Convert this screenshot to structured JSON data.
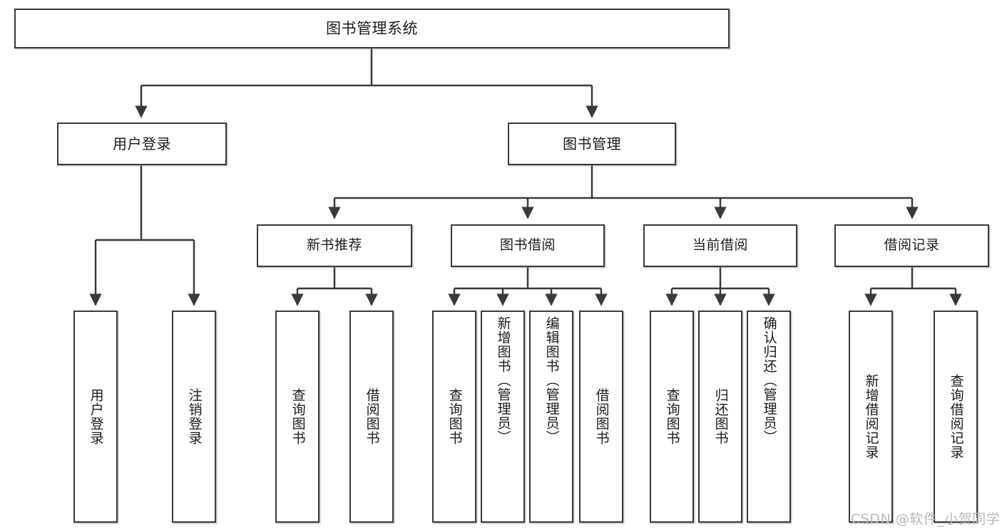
{
  "diagram": {
    "title_node": {
      "label": "图书管理系统"
    },
    "level1": [
      {
        "key": "user_login",
        "label": "用户登录"
      },
      {
        "key": "book_manage",
        "label": "图书管理"
      }
    ],
    "level2": [
      {
        "key": "new_book_rec",
        "label": "新书推荐"
      },
      {
        "key": "book_borrow",
        "label": "图书借阅"
      },
      {
        "key": "current_borrow",
        "label": "当前借阅"
      },
      {
        "key": "borrow_record",
        "label": "借阅记录"
      }
    ],
    "leaves": [
      {
        "key": "leaf-user-login",
        "label": "用户登录",
        "align": "centered"
      },
      {
        "key": "leaf-logout-login",
        "label": "注销登录",
        "align": "centered"
      },
      {
        "key": "leaf-query-book-1",
        "label": "查询图书",
        "align": "centered"
      },
      {
        "key": "leaf-borrow-book-1",
        "label": "借阅图书",
        "align": "centered"
      },
      {
        "key": "leaf-query-book-2",
        "label": "查询图书",
        "align": "centered"
      },
      {
        "key": "leaf-add-book-admin",
        "label": "新增图书（管理员）",
        "align": "top"
      },
      {
        "key": "leaf-edit-book-admin",
        "label": "编辑图书（管理员）",
        "align": "top"
      },
      {
        "key": "leaf-borrow-book-2",
        "label": "借阅图书",
        "align": "centered"
      },
      {
        "key": "leaf-query-book-3",
        "label": "查询图书",
        "align": "centered"
      },
      {
        "key": "leaf-return-book",
        "label": "归还图书",
        "align": "centered"
      },
      {
        "key": "leaf-confirm-return-admin",
        "label": "确认归还（管理员）",
        "align": "top"
      },
      {
        "key": "leaf-add-borrow-record",
        "label": "新增借阅记录",
        "align": "centered"
      },
      {
        "key": "leaf-query-borrow-record",
        "label": "查询借阅记录",
        "align": "centered"
      }
    ],
    "watermark": "CSDN @软件_小贺同学",
    "colors": {
      "stroke": "#3a3a3a",
      "text": "#1b1b1b",
      "background": "#ffffff",
      "watermark": "#b9b9b9"
    }
  }
}
